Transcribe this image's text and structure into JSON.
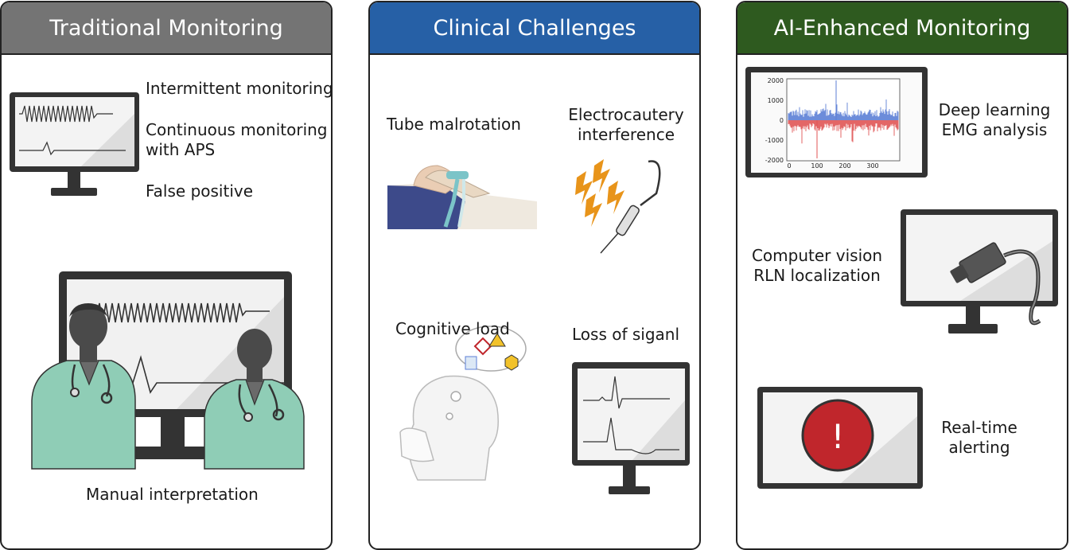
{
  "panels": {
    "traditional": {
      "title": "Traditional Monitoring",
      "items": [
        "Intermittent monitoring",
        "Continuous monitoring",
        "with APS",
        "False positive"
      ],
      "caption": "Manual interpretation"
    },
    "challenges": {
      "title": "Clinical Challenges",
      "tube": "Tube malrotation",
      "electro_1": "Electrocautery",
      "electro_2": "interference",
      "cognitive": "Cognitive load",
      "loss": "Loss of siganl"
    },
    "ai": {
      "title": "AI-Enhanced Monitoring",
      "deep_1": "Deep learning",
      "deep_2": "EMG analysis",
      "cv_1": "Computer vision",
      "cv_2": "RLN localization",
      "rt_1": "Real-time",
      "rt_2": "alerting",
      "alert_symbol": "!"
    }
  },
  "emg_chart": {
    "y_ticks": [
      "2000",
      "1000",
      "0",
      "-1000",
      "-2000"
    ],
    "x_ticks": [
      "0",
      "100",
      "200",
      "300"
    ]
  },
  "colors": {
    "traditional": "#747474",
    "challenges": "#2660a6",
    "ai": "#2e5a1f",
    "scrubs": "#8fcdb6",
    "alert": "#c0262c",
    "spark": "#e8941a",
    "emg_positive": "#5d7fd6",
    "emg_negative": "#e05555"
  }
}
